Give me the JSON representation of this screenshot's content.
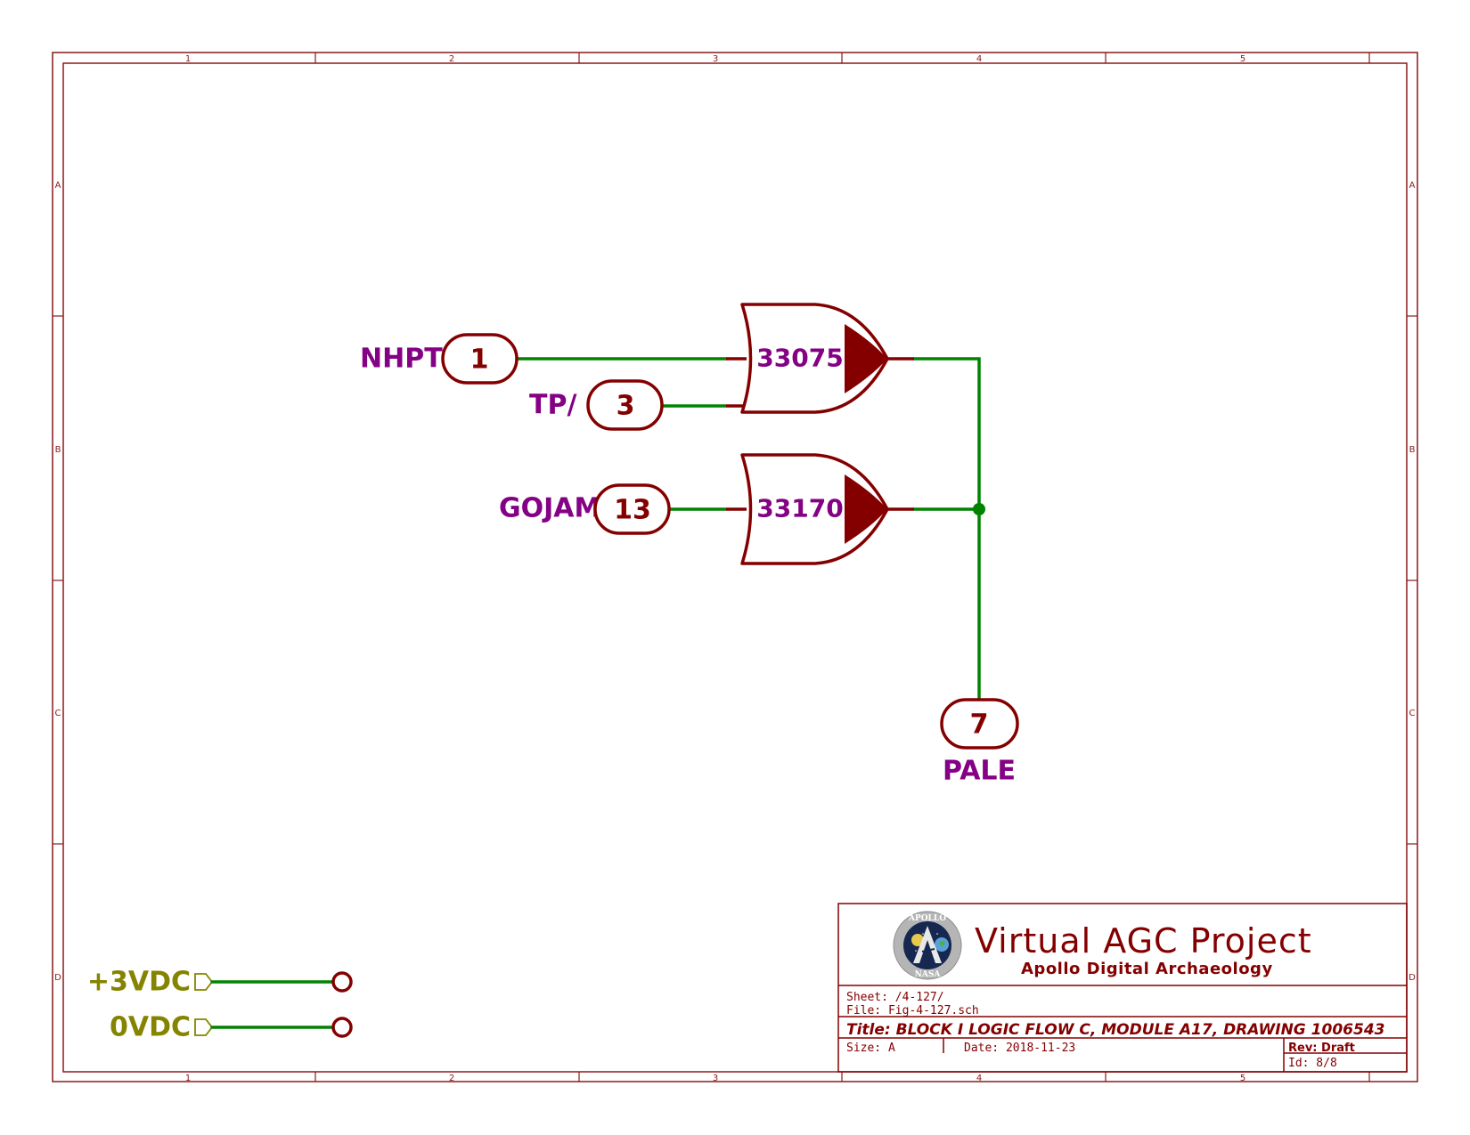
{
  "sheet_border": {
    "columns": [
      "1",
      "2",
      "3",
      "4",
      "5"
    ],
    "rows": [
      "A",
      "B",
      "C",
      "D"
    ]
  },
  "schematic": {
    "inputs": [
      {
        "net": "NHPT",
        "pin": "1"
      },
      {
        "net": "TP/",
        "pin": "3"
      },
      {
        "net": "GOJAM",
        "pin": "13"
      }
    ],
    "gates": [
      {
        "type": "NOR",
        "part": "33075"
      },
      {
        "type": "NOR",
        "part": "33170"
      }
    ],
    "output": {
      "net": "PALE",
      "pin": "7"
    },
    "power": [
      {
        "label": "+3VDC"
      },
      {
        "label": "0VDC"
      }
    ]
  },
  "title_block": {
    "project": "Virtual AGC Project",
    "subtitle": "Apollo Digital Archaeology",
    "logo": "apollo-nasa-logo",
    "sheet": "Sheet: /4-127/",
    "file": "File: Fig-4-127.sch",
    "title": "Title: BLOCK I LOGIC FLOW C, MODULE A17, DRAWING 1006543",
    "size": "Size: A",
    "date": "Date: 2018-11-23",
    "rev": "Rev: Draft",
    "id": "Id: 8/8"
  },
  "colors": {
    "border": "#8b1a1a",
    "component": "#840000",
    "wire": "#008400",
    "net_label": "#840084",
    "power_label": "#848400"
  }
}
